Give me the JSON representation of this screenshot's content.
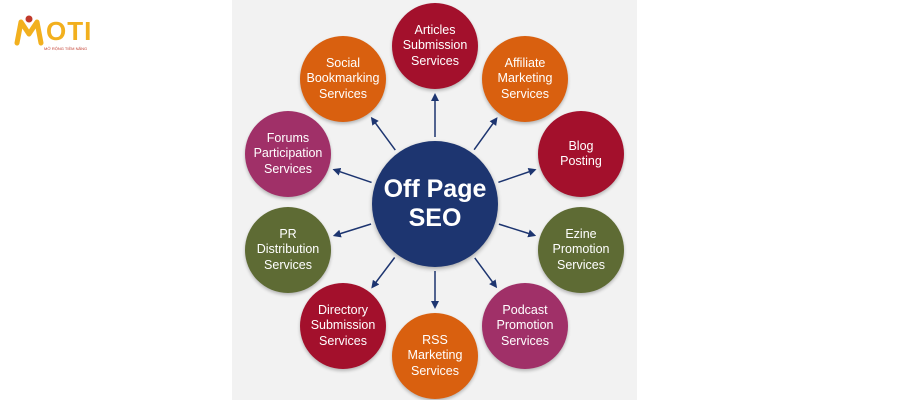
{
  "logo": {
    "brand": "OTI",
    "tagline": "MỞ RỘNG TIỀM NĂNG"
  },
  "diagram": {
    "center": {
      "label": "Off Page\nSEO",
      "color": "#1d3570"
    },
    "nodes": [
      {
        "id": "articles",
        "label": "Articles\nSubmission\nServices",
        "color": "#a3102c"
      },
      {
        "id": "affiliate",
        "label": "Affiliate\nMarketing\nServices",
        "color": "#d9600f"
      },
      {
        "id": "blog",
        "label": "Blog\nPosting",
        "color": "#a3102c"
      },
      {
        "id": "ezine",
        "label": "Ezine\nPromotion\nServices",
        "color": "#5e6b34"
      },
      {
        "id": "podcast",
        "label": "Podcast\nPromotion\nServices",
        "color": "#a03068"
      },
      {
        "id": "rss",
        "label": "RSS\nMarketing\nServices",
        "color": "#d9600f"
      },
      {
        "id": "directory",
        "label": "Directory\nSubmission\nServices",
        "color": "#a3102c"
      },
      {
        "id": "pr",
        "label": "PR\nDistribution\nServices",
        "color": "#5e6b34"
      },
      {
        "id": "forums",
        "label": "Forums\nParticipation\nServices",
        "color": "#a03068"
      },
      {
        "id": "social",
        "label": "Social\nBookmarking\nServices",
        "color": "#d9600f"
      }
    ],
    "arrow_color": "#1d3570"
  }
}
